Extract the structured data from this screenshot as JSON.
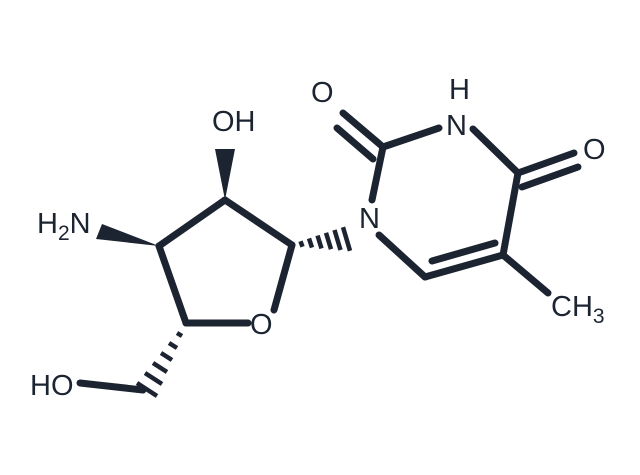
{
  "molecule": {
    "colors": {
      "ink": "#1c2431",
      "background": "#ffffff"
    },
    "atom_labels": {
      "carbonyl_o_left": "O",
      "nh_h": "H",
      "nh_n": "N",
      "carbonyl_o_right": "O",
      "ring_n": "N",
      "methyl_c": "CH",
      "methyl_sub": "3",
      "hydroxyl": "OH",
      "amino_h": "H",
      "amino_sub": "2",
      "amino_n": "N",
      "ring_o": "O",
      "hydroxymethyl": "HO"
    }
  }
}
